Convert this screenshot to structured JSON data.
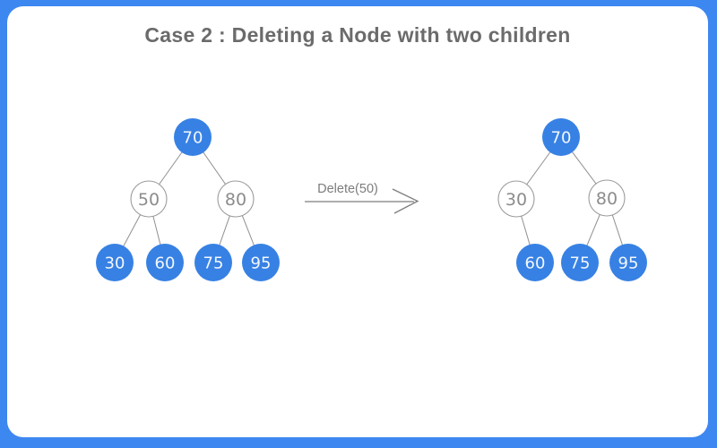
{
  "title": "Case 2 : Deleting a Node with two children",
  "colors": {
    "frame_blue": "#3D87F0",
    "node_fill_blue": "#3781E4",
    "node_text_light": "#F2F7FD",
    "outline_node_stroke": "#9C9C9C",
    "outline_node_text": "#8C8C8C",
    "edge_gray": "#8F8F8F",
    "title_gray": "#6B6B6B",
    "arrow_gray": "#7D7D7D"
  },
  "arrow": {
    "label": "Delete(50)"
  },
  "before_tree": {
    "name": "binary search tree before deletion",
    "nodes": [
      {
        "value": "70",
        "style": "filled",
        "role": "root"
      },
      {
        "value": "50",
        "style": "outline",
        "role": "node-to-delete"
      },
      {
        "value": "80",
        "style": "outline",
        "role": "right-child"
      },
      {
        "value": "30",
        "style": "filled",
        "role": "leaf"
      },
      {
        "value": "60",
        "style": "filled",
        "role": "leaf"
      },
      {
        "value": "75",
        "style": "filled",
        "role": "leaf"
      },
      {
        "value": "95",
        "style": "filled",
        "role": "leaf"
      }
    ]
  },
  "after_tree": {
    "name": "binary search tree after deletion",
    "nodes": [
      {
        "value": "70",
        "style": "filled",
        "role": "root"
      },
      {
        "value": "30",
        "style": "outline",
        "role": "replacement-node"
      },
      {
        "value": "80",
        "style": "outline",
        "role": "right-child"
      },
      {
        "value": "60",
        "style": "filled",
        "role": "leaf"
      },
      {
        "value": "75",
        "style": "filled",
        "role": "leaf"
      },
      {
        "value": "95",
        "style": "filled",
        "role": "leaf"
      }
    ]
  }
}
